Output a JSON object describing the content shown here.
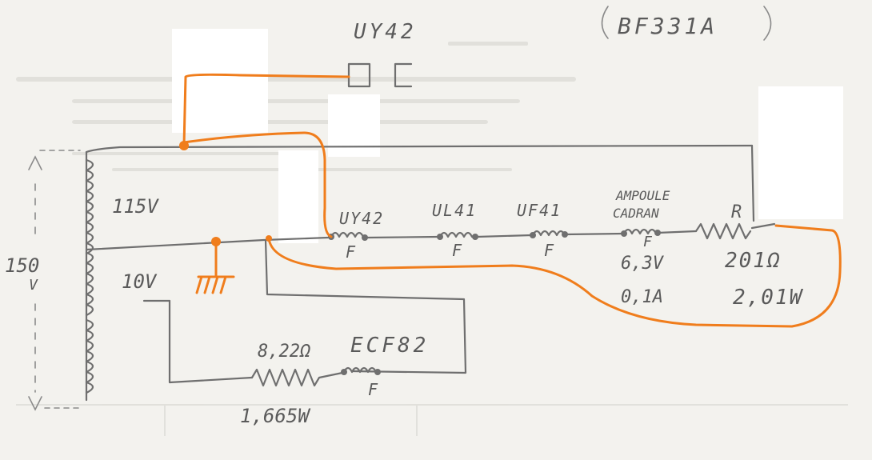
{
  "header": {
    "tube_label": "UY42",
    "model_label": "BF331A"
  },
  "transformer": {
    "tap_115": "115V",
    "tap_10": "10V",
    "total_top": "150",
    "total_unit": "V"
  },
  "filament_chain": {
    "uy42": {
      "name": "UY42",
      "mark": "F"
    },
    "ul41": {
      "name": "UL41",
      "mark": "F"
    },
    "uf41": {
      "name": "UF41",
      "mark": "F"
    },
    "lamp": {
      "name_line1": "AMPOULE",
      "name_line2": "CADRAN",
      "mark": "F",
      "voltage": "6,3V",
      "current": "0,1A"
    },
    "resistor": {
      "name": "R",
      "value": "201Ω",
      "power": "2,01W"
    }
  },
  "ecf_branch": {
    "resistor_value": "8,22Ω",
    "resistor_power": "1,665W",
    "tube_name": "ECF82",
    "mark": "F"
  },
  "colors": {
    "pencil": "#6f6f6f",
    "orange_wire": "#f07d1c",
    "paper": "#f3f2ee"
  }
}
